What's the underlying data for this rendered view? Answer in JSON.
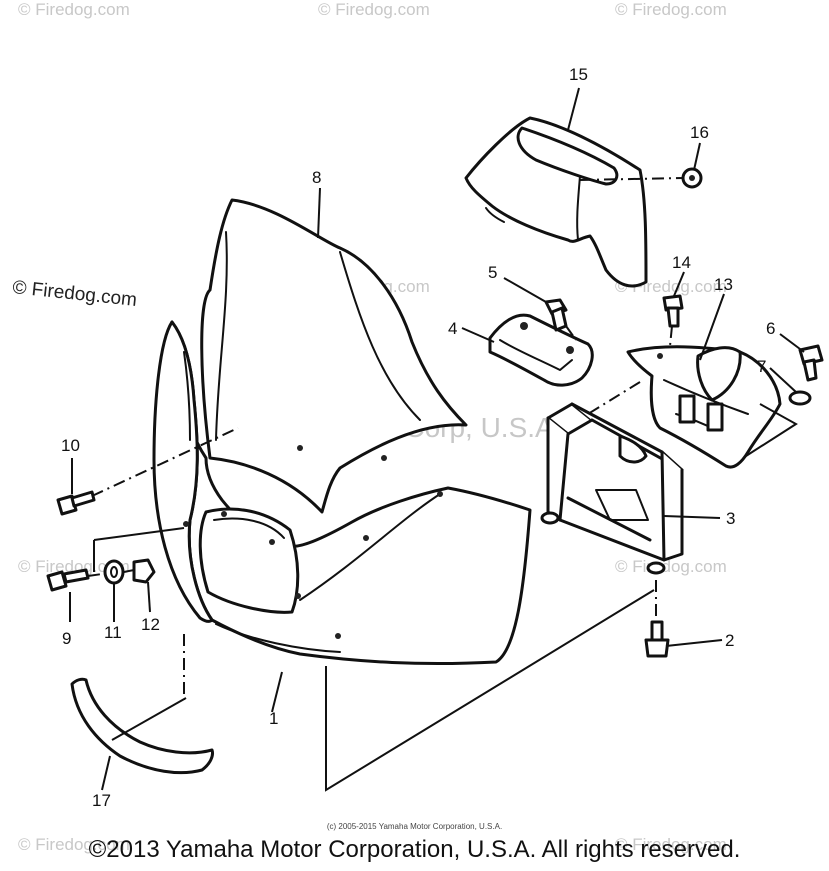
{
  "watermarks": {
    "site": "© Firedog.com",
    "site_prominent": "© Firedog.com",
    "center": "Yamaha Motor Corp, U.S.A."
  },
  "callouts": {
    "p1": "1",
    "p2": "2",
    "p3": "3",
    "p4": "4",
    "p5": "5",
    "p6": "6",
    "p7": "7",
    "p8": "8",
    "p9": "9",
    "p10": "10",
    "p11": "11",
    "p12": "12",
    "p13": "13",
    "p14": "14",
    "p15": "15",
    "p16": "16",
    "p17": "17"
  },
  "footer": {
    "fine_print": "(c) 2005-2015 Yamaha Motor Corporation, U.S.A.",
    "copyright": "©2013 Yamaha Motor Corporation, U.S.A. All rights reserved."
  },
  "colors": {
    "line": "#111111",
    "background": "#ffffff",
    "watermark": "#c8c8c8"
  }
}
